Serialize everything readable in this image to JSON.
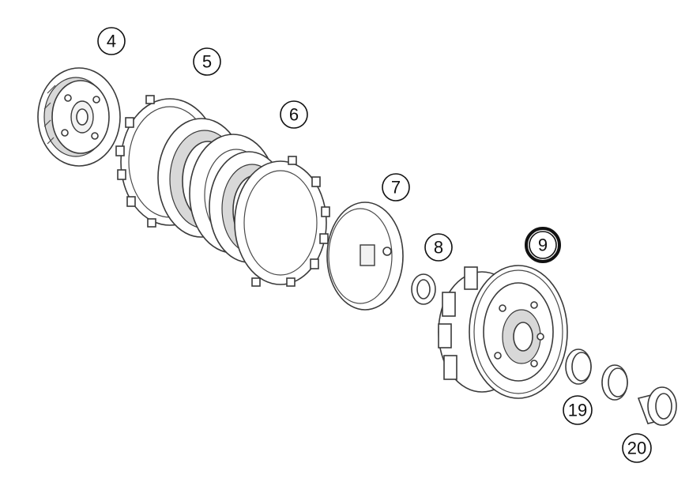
{
  "diagram": {
    "highlight_color": "#e06a1a",
    "callouts": [
      {
        "id": "4",
        "label": "4"
      },
      {
        "id": "5",
        "label": "5"
      },
      {
        "id": "6",
        "label": "6"
      },
      {
        "id": "7",
        "label": "7"
      },
      {
        "id": "8",
        "label": "8"
      },
      {
        "id": "9",
        "label": "9",
        "highlighted": true
      },
      {
        "id": "19",
        "label": "19"
      },
      {
        "id": "20",
        "label": "20"
      }
    ]
  }
}
